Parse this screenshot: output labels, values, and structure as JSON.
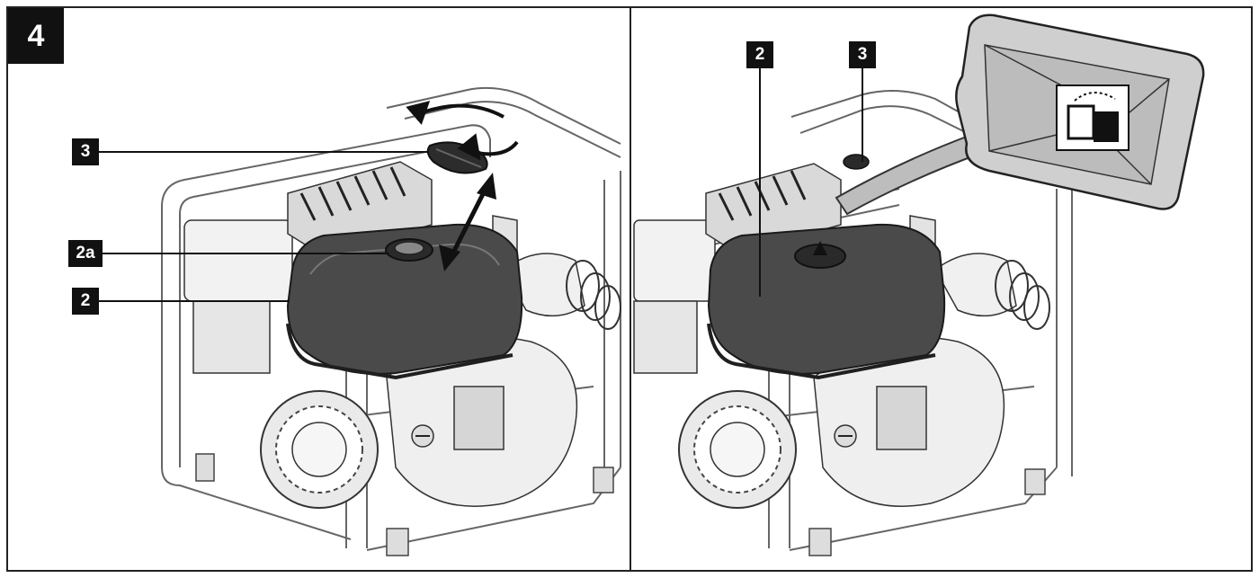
{
  "figure": {
    "number": "4"
  },
  "panels": [
    {
      "id": "left",
      "callouts": [
        "3",
        "2a",
        "2"
      ]
    },
    {
      "id": "right",
      "callouts": [
        "2",
        "3"
      ]
    }
  ],
  "colors": {
    "line": "#333333",
    "tank": "#4a4a4a",
    "tank_dark": "#2a2a2a",
    "frame_stroke": "#555555",
    "badge": "#111111",
    "badge_text": "#ffffff"
  }
}
